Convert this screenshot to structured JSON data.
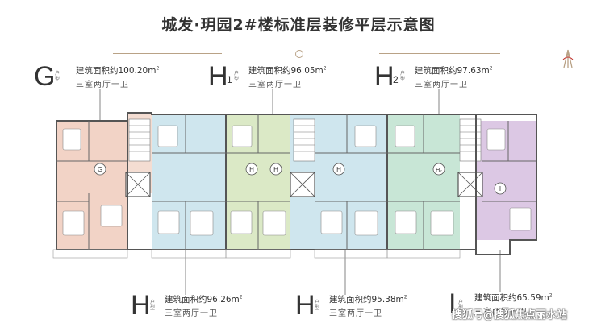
{
  "title": "城发·玥园2#楼标准层装修平层示意图",
  "top_units": [
    {
      "letter": "G",
      "sub": "",
      "hu": "户型",
      "area": "建筑面积约100.20m",
      "sup": "2",
      "rooms": "三室两厅一卫"
    },
    {
      "letter": "H",
      "sub": "1",
      "hu": "户型",
      "area": "建筑面积约96.05m",
      "sup": "2",
      "rooms": "三室两厅一卫"
    },
    {
      "letter": "H",
      "sub": "2",
      "hu": "户型",
      "area": "建筑面积约97.63m",
      "sup": "2",
      "rooms": "三室两厅一卫"
    }
  ],
  "bottom_units": [
    {
      "letter": "H",
      "sub": "",
      "hu": "户型",
      "area": "建筑面积约96.26m",
      "sup": "2",
      "rooms": "三室两厅一卫"
    },
    {
      "letter": "H",
      "sub": "",
      "hu": "户型",
      "area": "建筑面积约95.38m",
      "sup": "2",
      "rooms": "三室两厅一卫"
    },
    {
      "letter": "I",
      "sub": "",
      "hu": "户型",
      "area": "建筑面积约65.59m",
      "sup": "2",
      "rooms": "三室两厅一卫"
    }
  ],
  "plan_markers": [
    "G",
    "H",
    "H",
    "H",
    "H₂",
    "I"
  ],
  "watermark": "搜狐号@搜狐焦点丽水站",
  "colors": {
    "G": "#f2d3c6",
    "H_blue": "#cfe6ee",
    "H_green": "#dbe9c6",
    "H2": "#c8e6d6",
    "I": "#dcc8e4",
    "wall": "#555555",
    "title": "#333333",
    "accent": "#b9a286"
  }
}
